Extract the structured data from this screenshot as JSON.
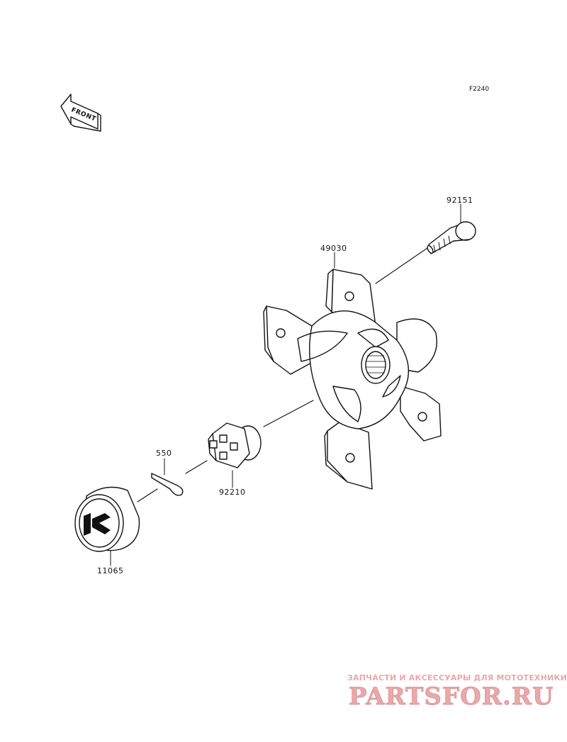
{
  "diagram": {
    "code": "F2240",
    "front_arrow_label": "FRONT",
    "parts": [
      {
        "id": "p1",
        "number": "92151"
      },
      {
        "id": "p2",
        "number": "49030"
      },
      {
        "id": "p3",
        "number": "550"
      },
      {
        "id": "p4",
        "number": "92210"
      },
      {
        "id": "p5",
        "number": "11065"
      }
    ]
  },
  "watermark": {
    "tagline": "ЗАПЧАСТИ И АКСЕССУАРЫ ДЛЯ МОТОТЕХНИКИ",
    "logo": "PARTSFOR.RU",
    "color": "#e9a9aa"
  }
}
